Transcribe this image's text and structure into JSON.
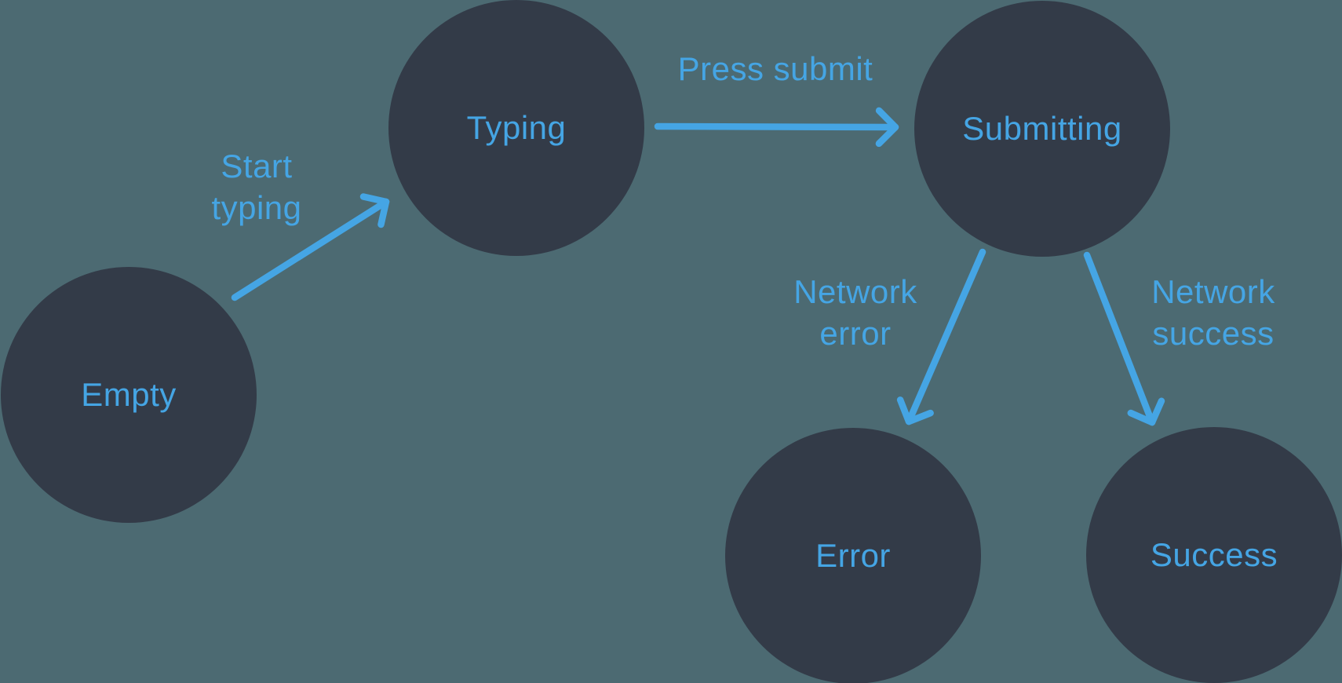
{
  "diagram": {
    "colors": {
      "background": "#4c6a72",
      "node_fill": "#333b48",
      "accent_blue": "#45a5e4"
    },
    "nodes": [
      {
        "id": "empty",
        "label": "Empty"
      },
      {
        "id": "typing",
        "label": "Typing"
      },
      {
        "id": "submitting",
        "label": "Submitting"
      },
      {
        "id": "error",
        "label": "Error"
      },
      {
        "id": "success",
        "label": "Success"
      }
    ],
    "edges": [
      {
        "from": "empty",
        "to": "typing",
        "label_lines": [
          "Start",
          "typing"
        ]
      },
      {
        "from": "typing",
        "to": "submitting",
        "label_lines": [
          "Press submit"
        ]
      },
      {
        "from": "submitting",
        "to": "error",
        "label_lines": [
          "Network",
          "error"
        ]
      },
      {
        "from": "submitting",
        "to": "success",
        "label_lines": [
          "Network",
          "success"
        ]
      }
    ]
  }
}
